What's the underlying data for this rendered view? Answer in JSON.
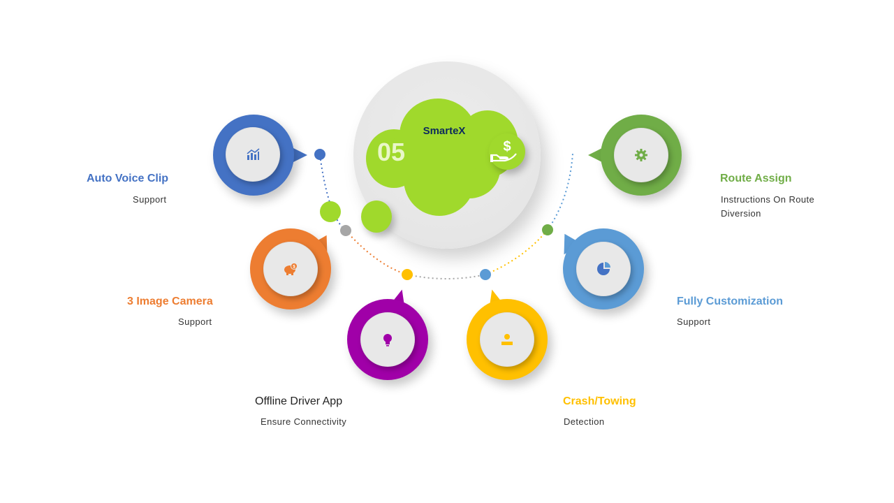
{
  "hub": {
    "brand": "SmarteX",
    "number": "05",
    "icon": "money-hand-icon",
    "color": "#a0d92c"
  },
  "items": [
    {
      "title": "Auto Voice Clip",
      "subtitle": "Support",
      "color": "#4472c4",
      "icon": "bar-chart-icon"
    },
    {
      "title": "3 Image Camera",
      "subtitle": "Support",
      "color": "#ed7d31",
      "icon": "piggy-bank-icon"
    },
    {
      "title": "Offline Driver App",
      "subtitle": "Ensure Connectivity",
      "color": "#a000a8",
      "title_color": "#222222",
      "icon": "lightbulb-icon"
    },
    {
      "title": "Crash/Towing",
      "subtitle": "Detection",
      "color": "#ffc000",
      "icon": "person-icon"
    },
    {
      "title": "Fully Customization",
      "subtitle": "Support",
      "color": "#5b9bd5",
      "icon": "pie-chart-icon"
    },
    {
      "title": "Route Assign",
      "subtitle": "Instructions On Route Diversion",
      "color": "#70ad47",
      "icon": "gear-icon"
    }
  ]
}
